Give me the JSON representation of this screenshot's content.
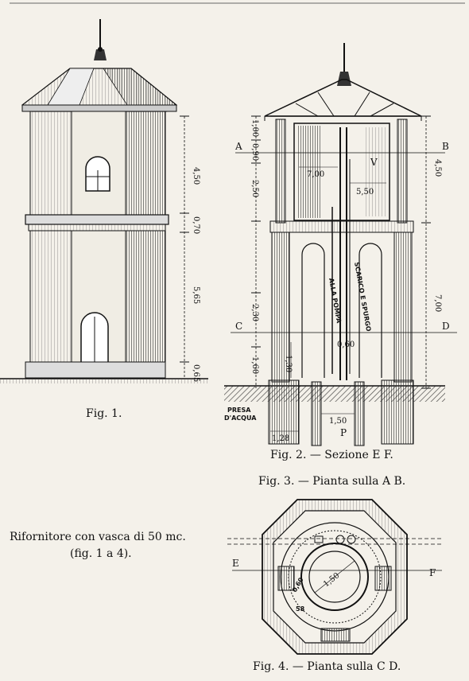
{
  "captions": {
    "fig1": "Fig. 1.",
    "fig2": "Fig. 2. — Sezione E F.",
    "fig3": "Fig. 3. — Pianta sulla A B.",
    "fig4": "Fig. 4. — Pianta sulla C D.",
    "title_line1": "Rifornitore con vasca di 50 mc.",
    "title_line2": "(fig. 1 a 4)."
  },
  "fig1_dims": {
    "d1": "4,50",
    "d2": "0,70",
    "d3": "5,65",
    "d4": "0,65"
  },
  "fig2_dims": {
    "d100": "1,00",
    "d090": "0,90",
    "d250": "2,50",
    "d700": "7,00",
    "d550": "5,50",
    "d450": "4,50",
    "d700b": "7,00",
    "d230": "2,30",
    "d060": "0,60",
    "d160": "1,60",
    "d130": "1,30",
    "d150": "1,50",
    "d128": "1,28"
  },
  "fig2_labels": {
    "A": "A",
    "B": "B",
    "C": "C",
    "D": "D",
    "V": "V",
    "P": "P",
    "pompa": "ALLA POMPA",
    "scarico": "SCARICO E SPURGO",
    "presa1": "PRESA",
    "presa2": "D'ACQUA"
  },
  "fig4_labels": {
    "E": "E",
    "F": "F",
    "d150": "1,50",
    "d060": "0,60",
    "d058": "58"
  }
}
